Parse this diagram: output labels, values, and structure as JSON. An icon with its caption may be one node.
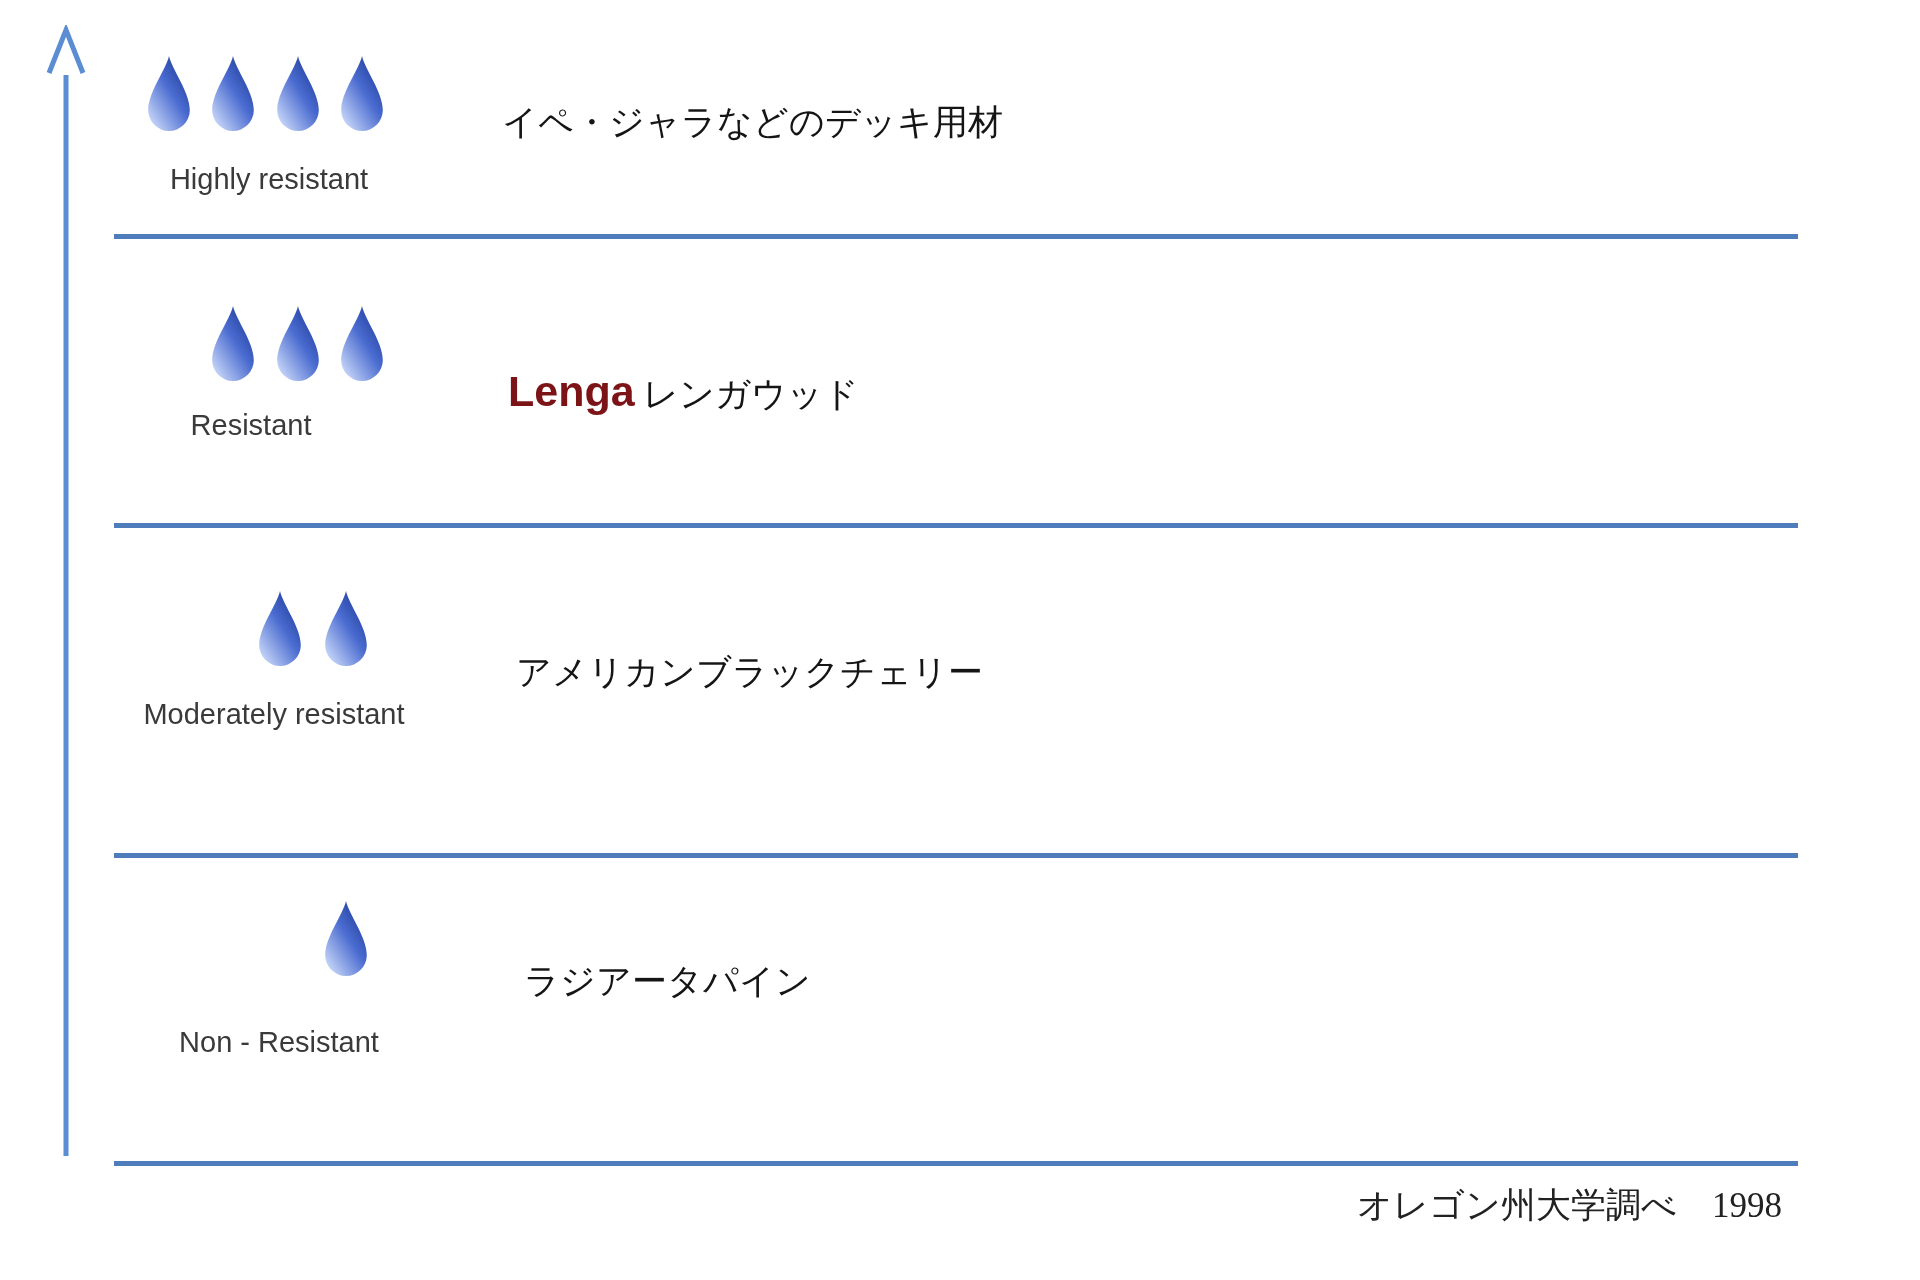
{
  "diagram": {
    "labels": [
      "Highly resistant",
      "イペ・ジャラなどのデッキ用材",
      "Resistant",
      "**Lenga** レンガウッド",
      "Moderately resistant",
      "アメリカンブラックチェリー",
      "Non - Resistant",
      "ラジアータパイン",
      "オレゴン州大学調べ　1998"
    ]
  }
}
